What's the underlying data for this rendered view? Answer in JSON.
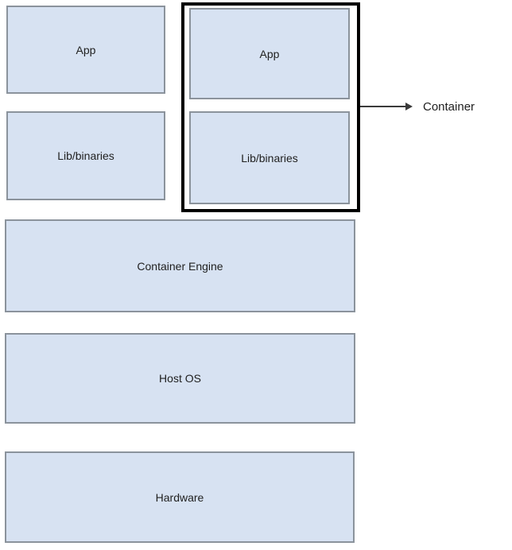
{
  "diagram": {
    "left_column": [
      {
        "label": "App"
      },
      {
        "label": "Lib/binaries"
      }
    ],
    "container_group": {
      "items": [
        {
          "label": "App"
        },
        {
          "label": "Lib/binaries"
        }
      ],
      "callout_label": "Container"
    },
    "layers": [
      {
        "label": "Container Engine"
      },
      {
        "label": "Host OS"
      },
      {
        "label": "Hardware"
      }
    ],
    "colors": {
      "box_fill": "#d7e2f2",
      "box_border": "#8b939c",
      "container_outline": "#000000",
      "text": "#212121",
      "arrow": "#3a3a3a",
      "background": "#ffffff"
    }
  }
}
